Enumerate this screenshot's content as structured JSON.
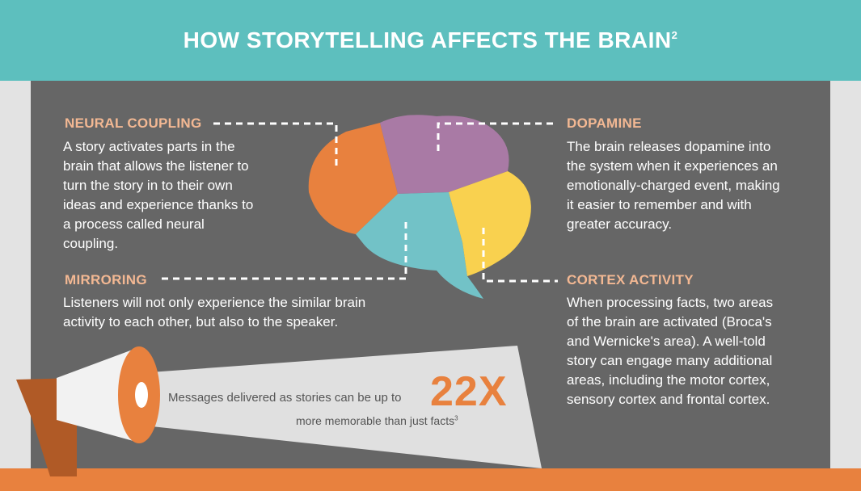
{
  "header": {
    "title": "HOW STORYTELLING AFFECTS THE BRAIN",
    "superscript": "2",
    "color": "#5dbfbe"
  },
  "sections": {
    "neural_coupling": {
      "title": "NEURAL COUPLING",
      "lines": [
        "A story activates parts in the",
        "brain that allows the listener to",
        "turn the story in to their own",
        "ideas and experience thanks to",
        "a process called neural",
        "coupling."
      ]
    },
    "dopamine": {
      "title": "DOPAMINE",
      "lines": [
        "The brain releases dopamine into",
        "the system when it experiences an",
        "emotionally-charged event, making",
        "it easier to remember and with",
        "greater accuracy."
      ]
    },
    "mirroring": {
      "title": "MIRRORING",
      "lines": [
        "Listeners will not only experience the similar brain",
        "activity to each other, but also to the speaker."
      ]
    },
    "cortex_activity": {
      "title": "CORTEX ACTIVITY",
      "lines": [
        "When processing facts, two areas",
        "of the brain are activated (Broca's",
        "and Wernicke's area). A well-told",
        "story can engage many additional",
        "areas, including the motor cortex,",
        "sensory cortex and frontal cortex."
      ]
    }
  },
  "megaphone": {
    "line1": "Messages delivered as stories can be up to",
    "line2": "more memorable than just facts",
    "line2_sup": "3",
    "stat": "22X"
  },
  "icons": [
    "brain-icon",
    "megaphone-icon"
  ],
  "colors": {
    "accent_orange": "#e8813e",
    "purple": "#a97aa5",
    "teal": "#72c2c7",
    "yellow": "#f9d14f",
    "panel": "#666666",
    "title_peach": "#f3b893"
  }
}
